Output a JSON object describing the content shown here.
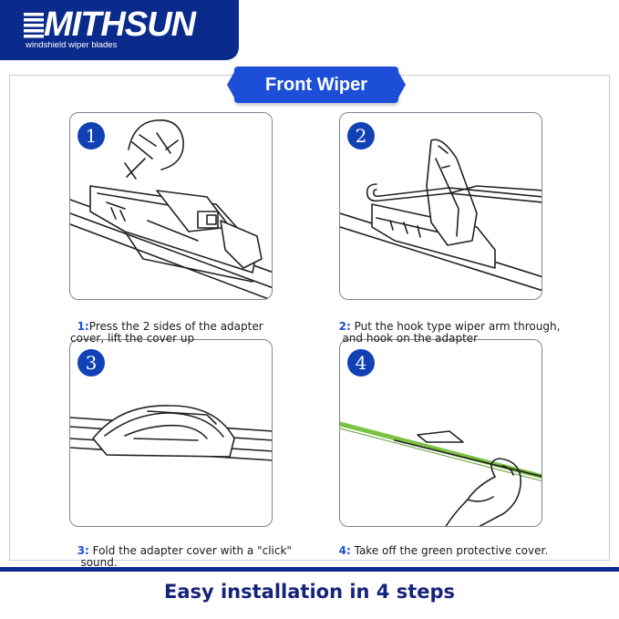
{
  "brand": {
    "name": "MITHSUN",
    "tagline": "windshield wiper blades",
    "color": "#0a2a8c"
  },
  "title": "Front Wiper",
  "steps": [
    {
      "badge": "1",
      "num": "1:",
      "text": "Press the 2 sides of the adapter\ncover, lift the cover up"
    },
    {
      "badge": "2",
      "num": "2:",
      "text": " Put the hook type wiper arm through,\n   and hook on the adapter"
    },
    {
      "badge": "3",
      "num": "3:",
      "text": " Fold the adapter cover with a \"click\"\n   sound."
    },
    {
      "badge": "4",
      "num": "4:",
      "text": " Take off the green protective cover."
    }
  ],
  "footer": "Easy installation in 4 steps",
  "colors": {
    "accent": "#1d4ed8",
    "badge": "#1240b5",
    "protective_cover": "#7cc242"
  }
}
